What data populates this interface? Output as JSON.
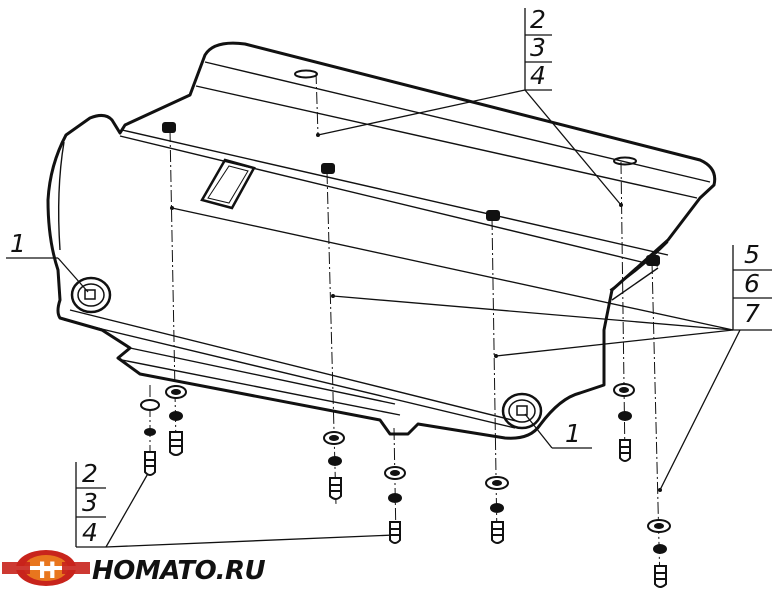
{
  "labels": {
    "left_bracket": [
      "2",
      "3",
      "4"
    ],
    "top_bracket": [
      "2",
      "3",
      "4"
    ],
    "right_bracket": [
      "5",
      "6",
      "7"
    ],
    "item_left": "1",
    "item_bottom": "1"
  },
  "brand": {
    "name": "HOMATO.RU",
    "logo_letter": "H"
  },
  "colors": {
    "line": "#111111",
    "logo_orange": "#e8761e",
    "logo_red": "#c8241c"
  }
}
